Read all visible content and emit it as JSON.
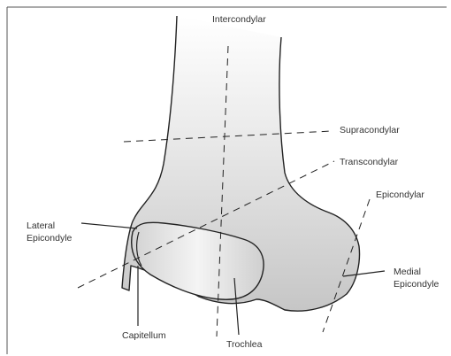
{
  "labels": {
    "intercondylar": "Intercondylar",
    "supracondylar": "Supracondylar",
    "transcondylar": "Transcondylar",
    "epicondylar": "Epicondylar",
    "lateral_epicondyle_line1": "Lateral",
    "lateral_epicondyle_line2": "Epicondyle",
    "medial_epicondyle_line1": "Medial",
    "medial_epicondyle_line2": "Epicondyle",
    "capitellum": "Capitellum",
    "trochlea": "Trochlea"
  },
  "colors": {
    "outline": "#222222",
    "shade_dark": "#c9c9c9",
    "shade_light": "#ffffff",
    "text": "#333333",
    "frame": "#555555"
  }
}
